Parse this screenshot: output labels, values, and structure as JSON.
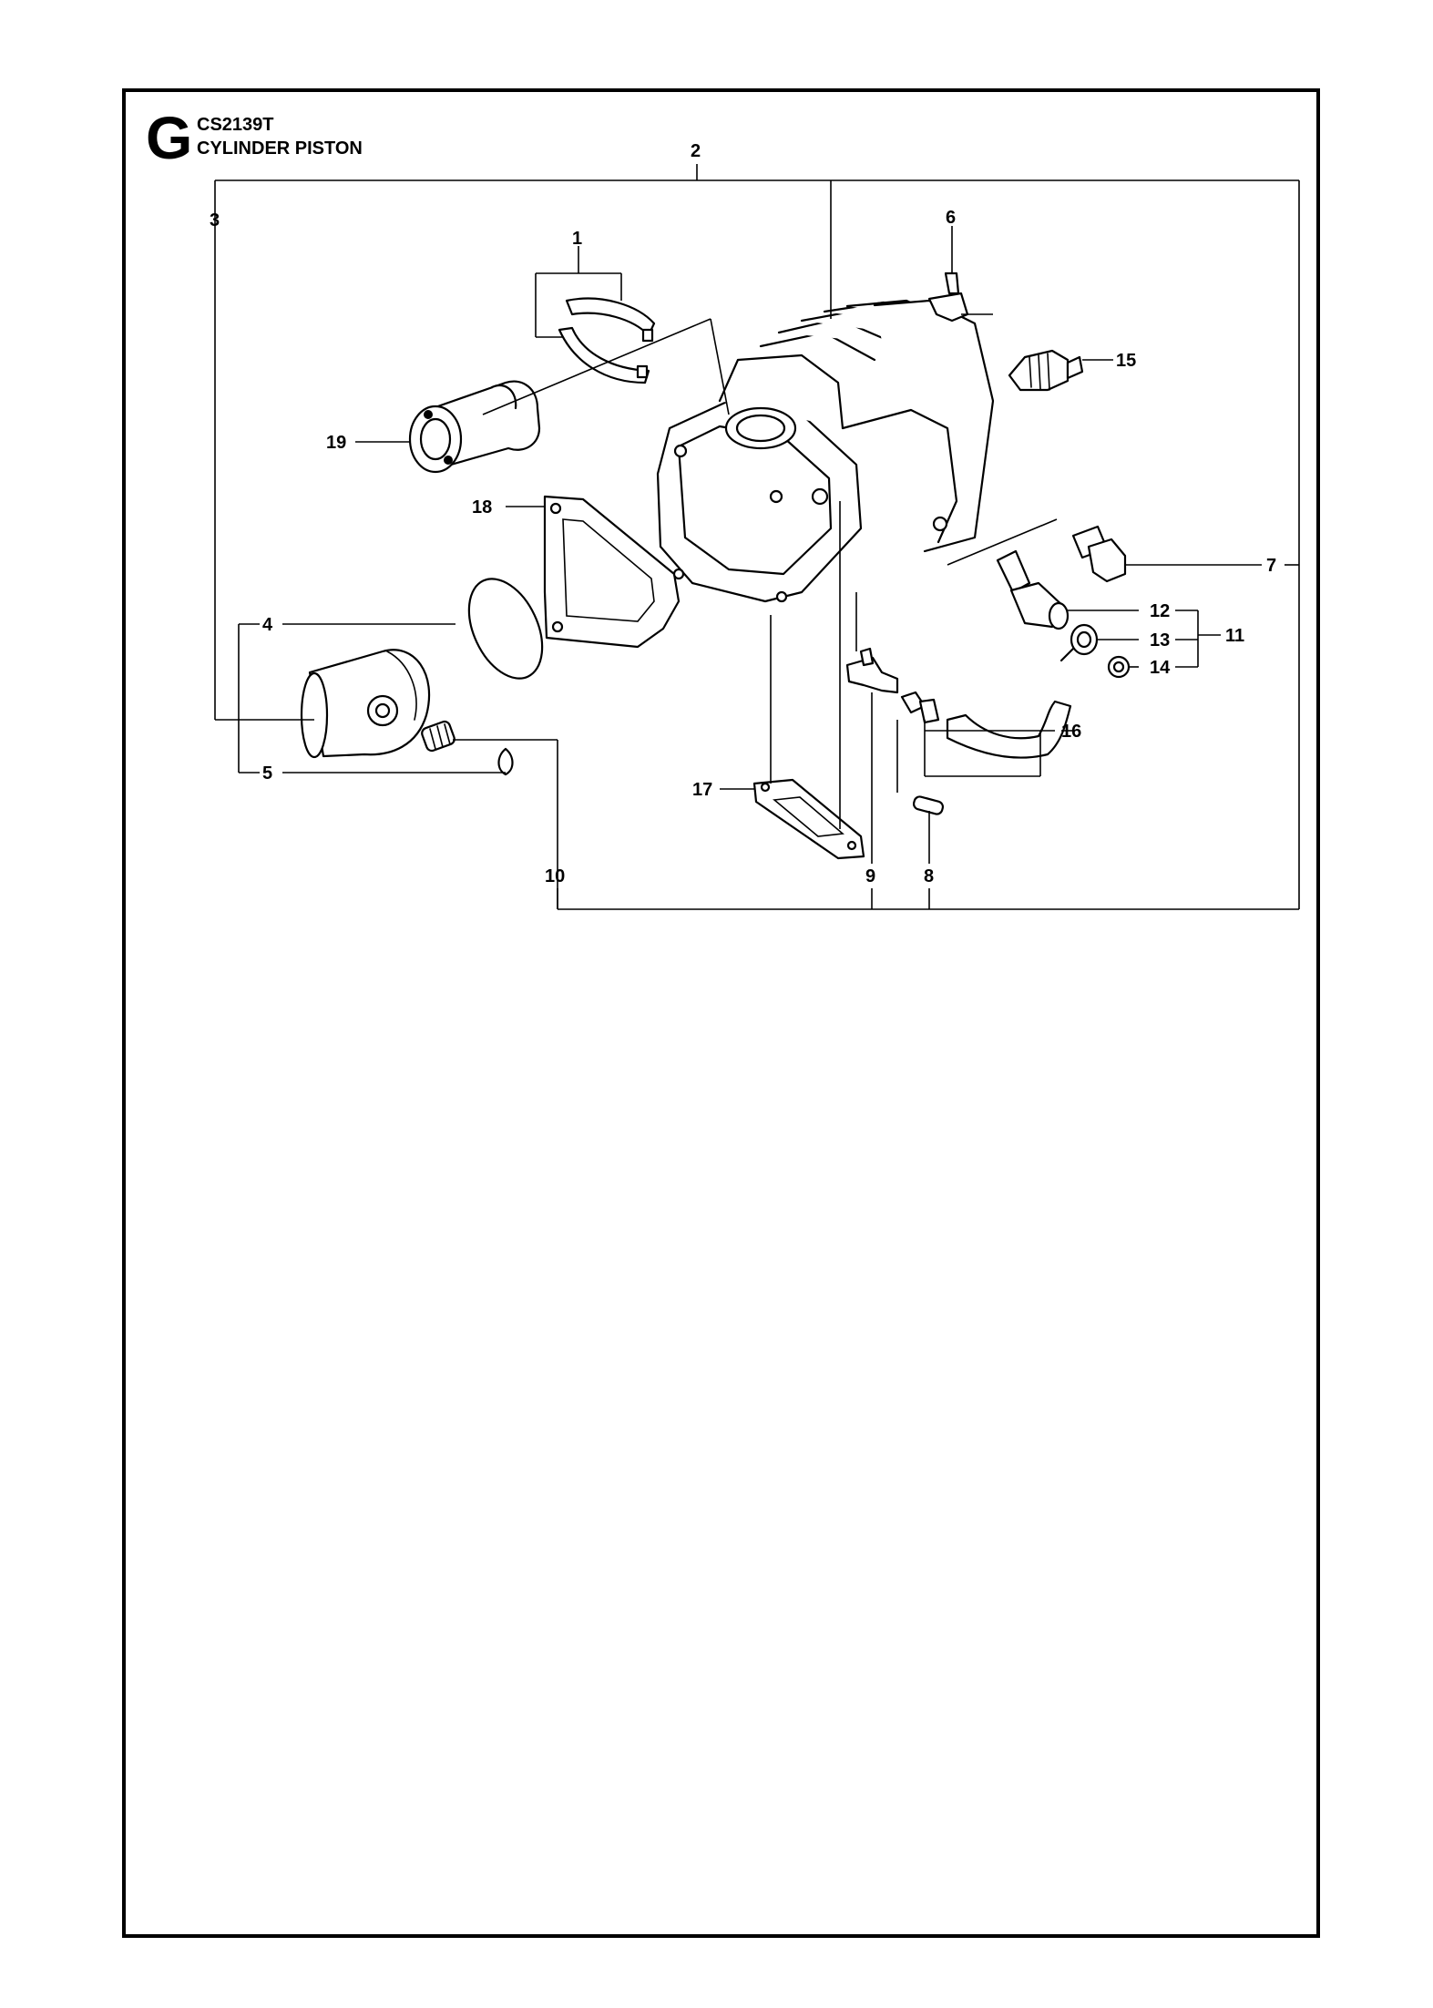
{
  "header": {
    "section_letter": "G",
    "model": "CS2139T",
    "subtitle": "CYLINDER PISTON"
  },
  "callouts": {
    "c1": "1",
    "c2": "2",
    "c3": "3",
    "c4": "4",
    "c5": "5",
    "c6": "6",
    "c7": "7",
    "c8": "8",
    "c9": "9",
    "c10": "10",
    "c11": "11",
    "c12": "12",
    "c13": "13",
    "c14": "14",
    "c15": "15",
    "c16": "16",
    "c17": "17",
    "c18": "18",
    "c19": "19"
  }
}
